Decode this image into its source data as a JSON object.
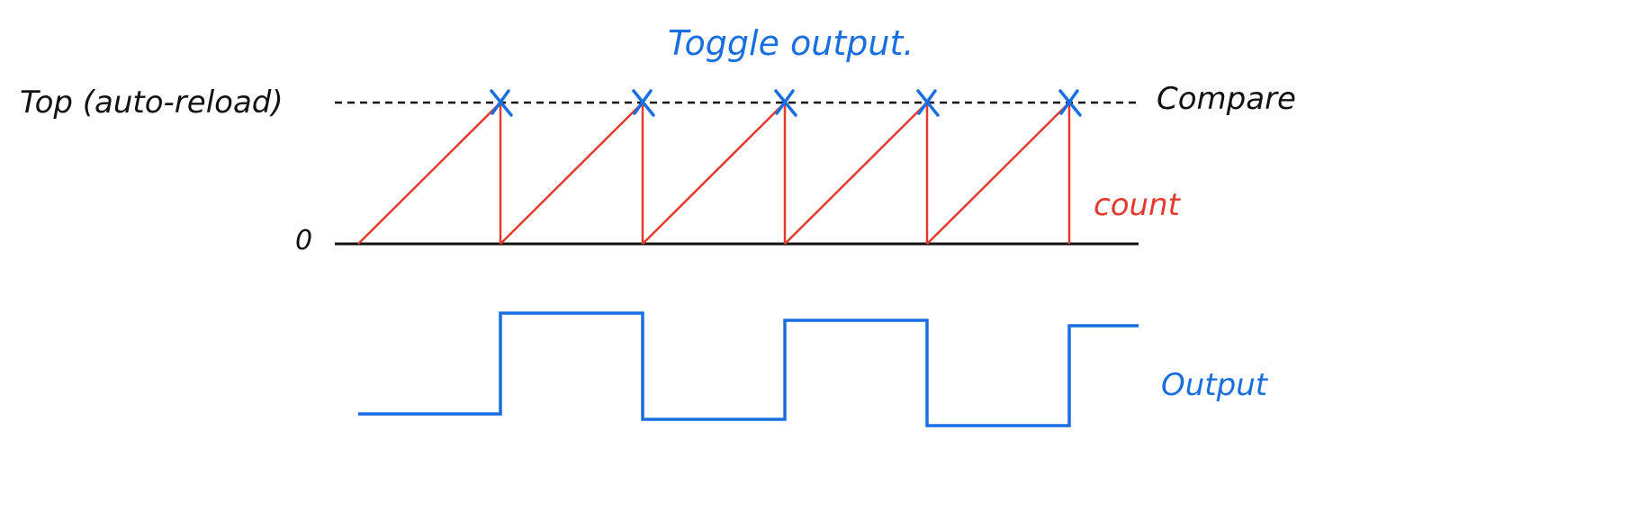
{
  "labels": {
    "title": "Toggle output.",
    "top": "Top (auto-reload)",
    "compare": "Compare",
    "count": "count",
    "zero": "0",
    "output": "Output"
  },
  "diagram": {
    "periods": 5,
    "output_initial": "low",
    "colors": {
      "count": "#e33b2e",
      "output": "#1a6fe0",
      "compare_marker": "#1a6fe0",
      "axis": "#111111"
    }
  }
}
